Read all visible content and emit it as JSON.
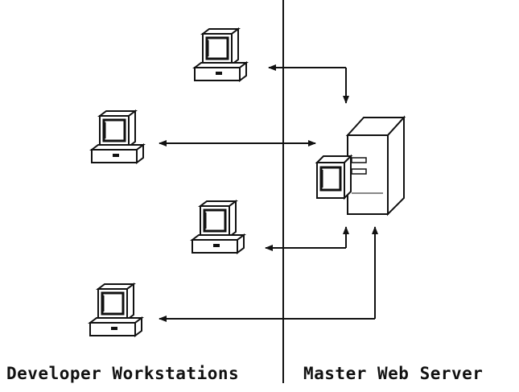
{
  "labels": {
    "left": "Developer Workstations",
    "right": "Master Web Server"
  },
  "nodes": {
    "server": "master-web-server",
    "workstations": [
      "workstation-1",
      "workstation-2",
      "workstation-3",
      "workstation-4"
    ]
  },
  "colors": {
    "ink": "#111111",
    "background": "#ffffff"
  }
}
